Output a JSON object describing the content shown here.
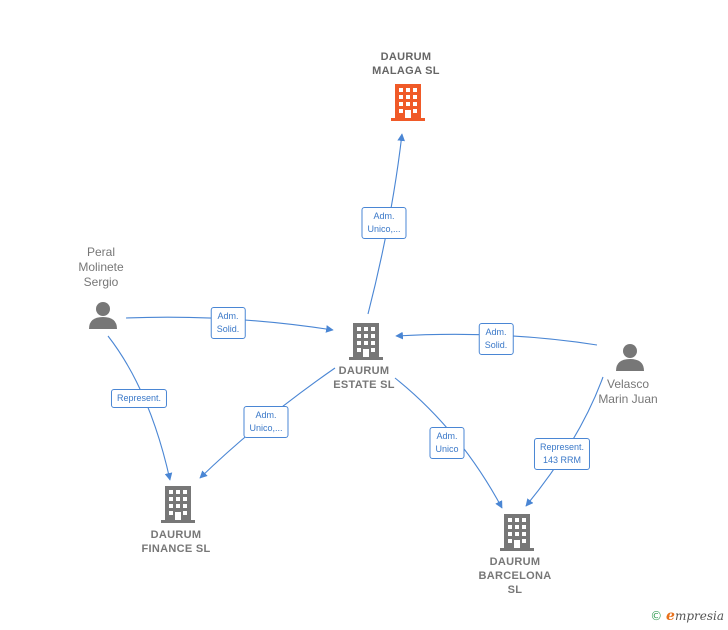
{
  "colors": {
    "focus_company": "#f05a28",
    "company": "#777777",
    "person": "#777777",
    "edge": "#4a86d4"
  },
  "nodes": {
    "daurum_malaga": {
      "lines": [
        "DAURUM",
        "MALAGA  SL"
      ],
      "icon": "building-icon",
      "highlight": true
    },
    "daurum_estate": {
      "lines": [
        "DAURUM",
        "ESTATE  SL"
      ],
      "icon": "building-icon"
    },
    "daurum_finance": {
      "lines": [
        "DAURUM",
        "FINANCE  SL"
      ],
      "icon": "building-icon"
    },
    "daurum_barcelona": {
      "lines": [
        "DAURUM",
        "BARCELONA",
        "SL"
      ],
      "icon": "building-icon"
    },
    "peral": {
      "lines": [
        "Peral",
        "Molinete",
        "Sergio"
      ],
      "icon": "person-icon"
    },
    "velasco": {
      "lines": [
        "Velasco",
        "Marin Juan"
      ],
      "icon": "person-icon"
    }
  },
  "edges": {
    "estate_malaga": {
      "lines": [
        "Adm.",
        "Unico,..."
      ]
    },
    "peral_estate": {
      "lines": [
        "Adm.",
        "Solid."
      ]
    },
    "velasco_estate": {
      "lines": [
        "Adm.",
        "Solid."
      ]
    },
    "peral_finance": {
      "lines": [
        "Represent."
      ]
    },
    "estate_finance": {
      "lines": [
        "Adm.",
        "Unico,..."
      ]
    },
    "estate_barcelona": {
      "lines": [
        "Adm.",
        "Unico"
      ]
    },
    "velasco_barcelona": {
      "lines": [
        "Represent.",
        "143 RRM"
      ]
    }
  },
  "credit": {
    "symbol": "©",
    "brand_initial": "e",
    "brand_rest": "mpresia"
  }
}
